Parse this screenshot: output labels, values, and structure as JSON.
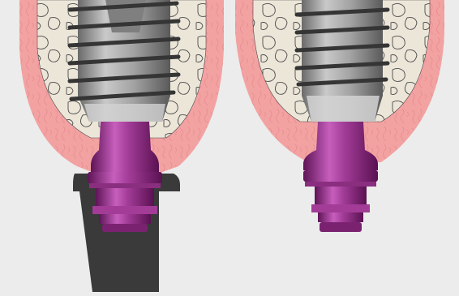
{
  "figure": {
    "panels": [
      {
        "id": "left",
        "abutment_variant": "wide",
        "with_dark_sleeve": true
      },
      {
        "id": "right",
        "abutment_variant": "slim",
        "with_dark_sleeve": false
      }
    ],
    "colors": {
      "background": "#ececec",
      "gum": "#f3a2a2",
      "gum_dark": "#e4888b",
      "bone": "#ece6d9",
      "bone_outline": "#4a4a4a",
      "implant_light": "#b8b8b8",
      "implant_dark": "#5c5c5c",
      "abutment_light": "#c25ab8",
      "abutment_dark": "#6e1c65",
      "sleeve": "#3a3a3a"
    },
    "caption_text": ""
  }
}
